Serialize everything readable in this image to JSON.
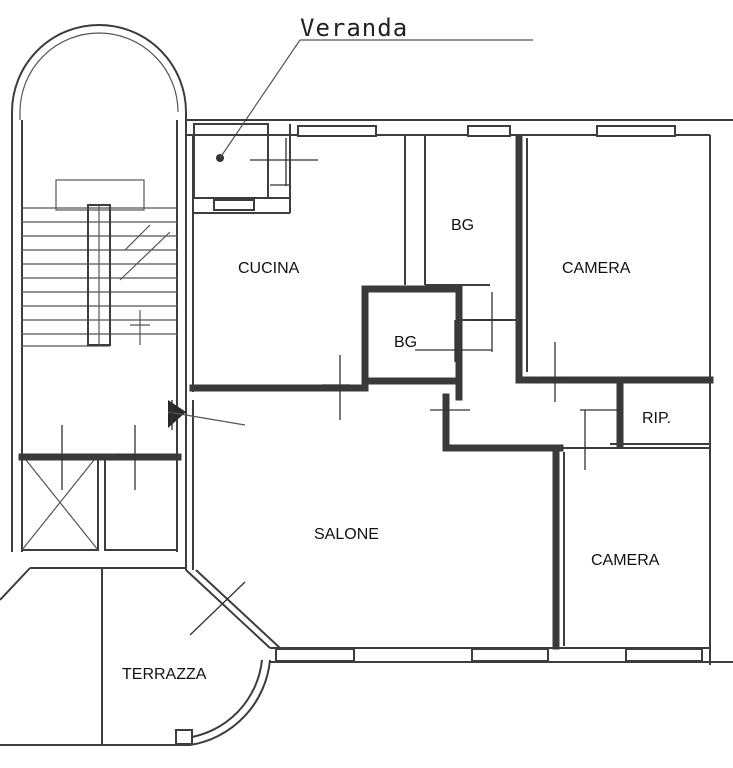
{
  "plan": {
    "labels": {
      "veranda": "Veranda",
      "cucina": "CUCINA",
      "bg_top": "BG",
      "bg_center": "BG",
      "camera_top": "CAMERA",
      "rip": "RIP.",
      "salone": "SALONE",
      "camera_bottom": "CAMERA",
      "terrazza": "TERRAZZA"
    },
    "colors": {
      "wall": "#3a3a3a",
      "background": "#ffffff"
    }
  }
}
